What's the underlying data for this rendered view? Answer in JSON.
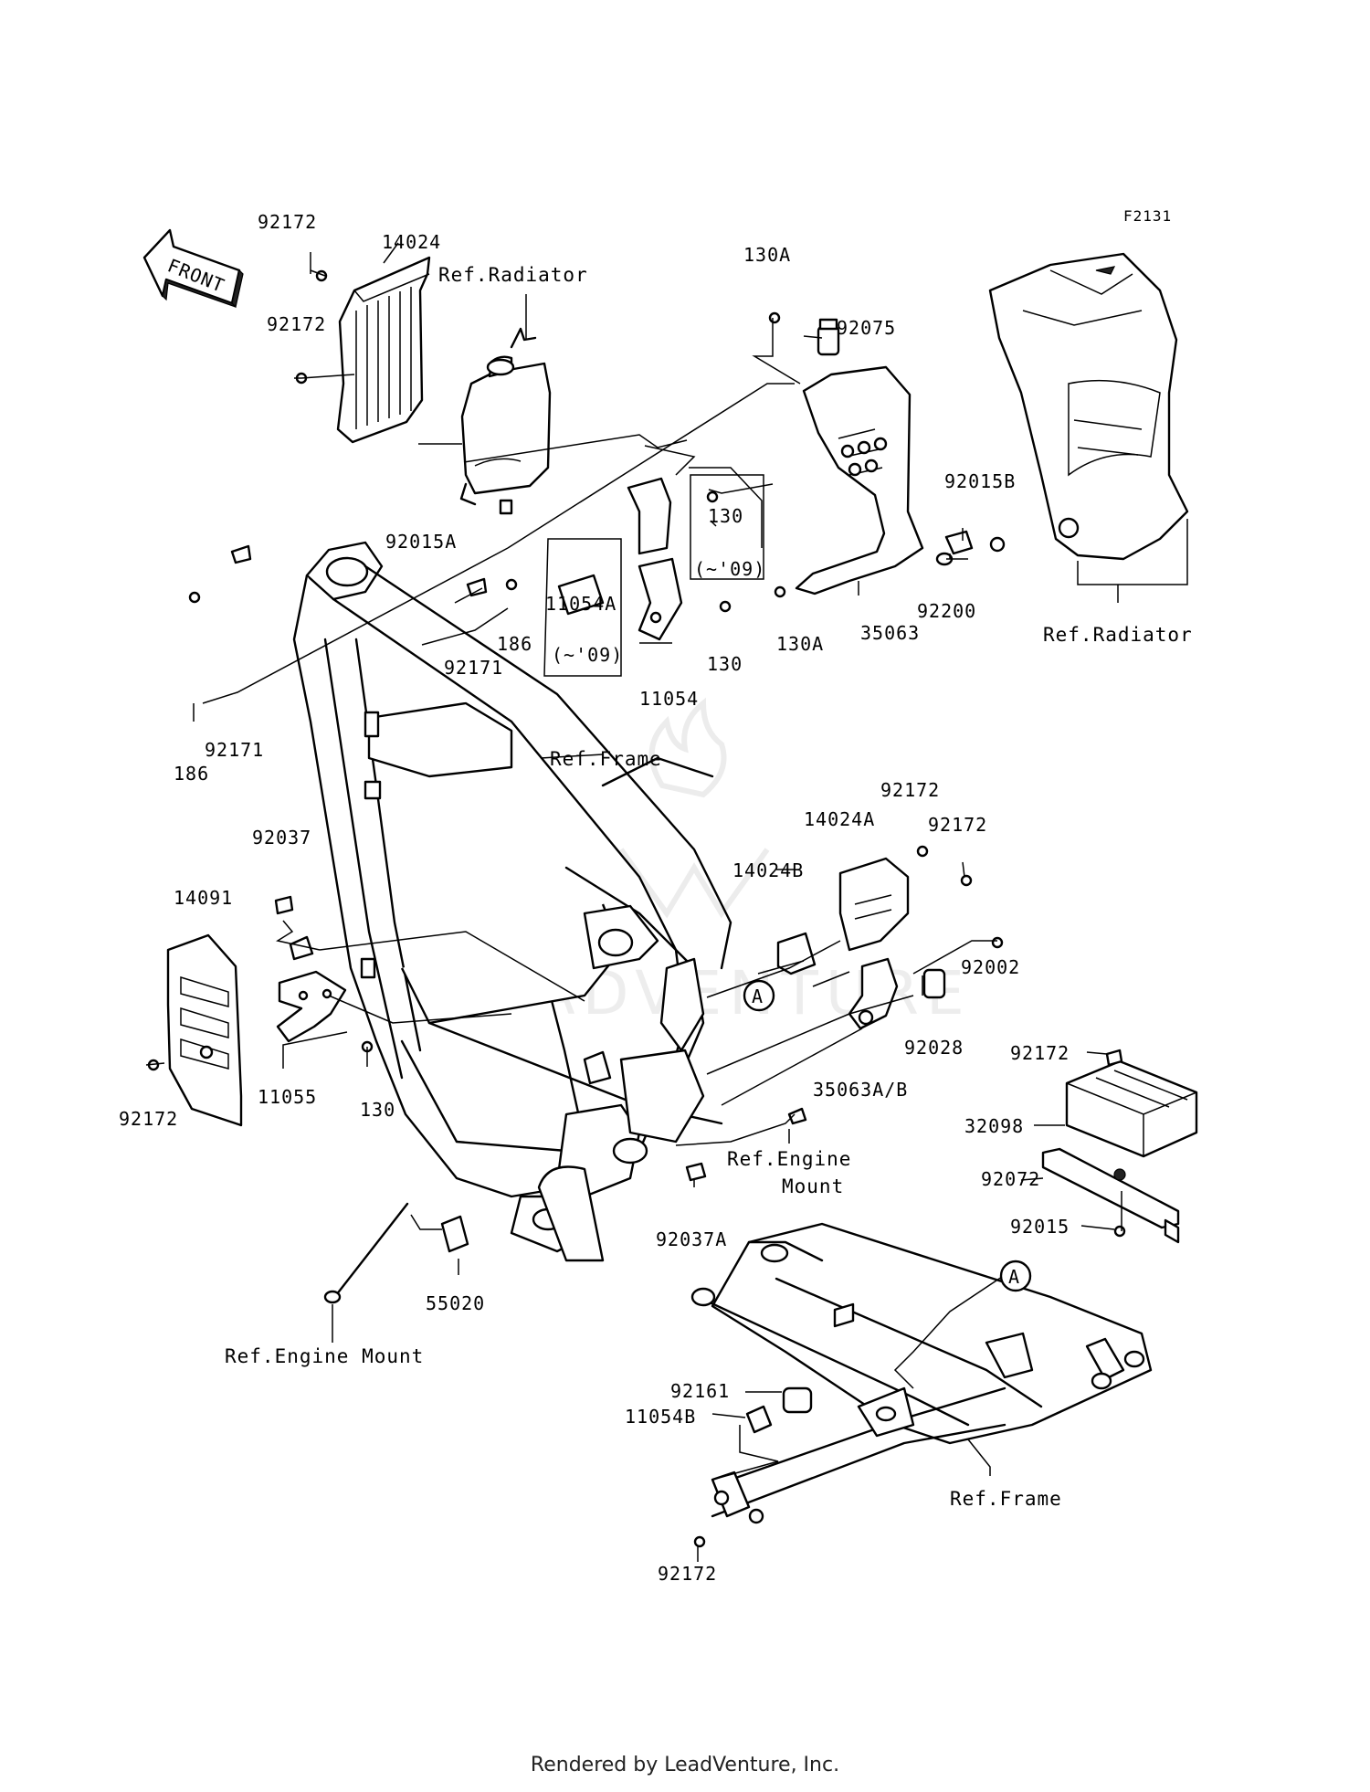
{
  "figure_code": "F2131",
  "front_label": "FRONT",
  "footer": "Rendered by LeadVenture, Inc.",
  "watermark": "LEADVENTURE",
  "callouts": [
    {
      "id": "c1",
      "text": "92172"
    },
    {
      "id": "c2",
      "text": "14024"
    },
    {
      "id": "c3",
      "text": "Ref.Radiator"
    },
    {
      "id": "c4",
      "text": "92172"
    },
    {
      "id": "c5",
      "text": "130A"
    },
    {
      "id": "c6",
      "text": "92075"
    },
    {
      "id": "c7",
      "text": "92015B"
    },
    {
      "id": "c8",
      "text": "92015A"
    },
    {
      "id": "c9",
      "text": "130"
    },
    {
      "id": "c10",
      "text": "(~'09)"
    },
    {
      "id": "c11",
      "text": "11054A"
    },
    {
      "id": "c12",
      "text": "(~'09)"
    },
    {
      "id": "c13",
      "text": "186"
    },
    {
      "id": "c14",
      "text": "92171"
    },
    {
      "id": "c15",
      "text": "130"
    },
    {
      "id": "c16",
      "text": "130A"
    },
    {
      "id": "c17",
      "text": "35063"
    },
    {
      "id": "c18",
      "text": "92200"
    },
    {
      "id": "c19",
      "text": "Ref.Radiator"
    },
    {
      "id": "c20",
      "text": "11054"
    },
    {
      "id": "c21",
      "text": "92171"
    },
    {
      "id": "c22",
      "text": "186"
    },
    {
      "id": "c23",
      "text": "Ref.Frame"
    },
    {
      "id": "c24",
      "text": "92172"
    },
    {
      "id": "c25",
      "text": "14024A"
    },
    {
      "id": "c26",
      "text": "92172"
    },
    {
      "id": "c27",
      "text": "92037"
    },
    {
      "id": "c28",
      "text": "14024B"
    },
    {
      "id": "c29",
      "text": "14091"
    },
    {
      "id": "c30",
      "text": "92002"
    },
    {
      "id": "c31",
      "text": "A"
    },
    {
      "id": "c32",
      "text": "92028"
    },
    {
      "id": "c33",
      "text": "92172"
    },
    {
      "id": "c34",
      "text": "11055"
    },
    {
      "id": "c35",
      "text": "130"
    },
    {
      "id": "c36",
      "text": "35063A/B"
    },
    {
      "id": "c37",
      "text": "92172"
    },
    {
      "id": "c38",
      "text": "32098"
    },
    {
      "id": "c39",
      "text": "Ref.Engine"
    },
    {
      "id": "c40",
      "text": "Mount"
    },
    {
      "id": "c41",
      "text": "92072"
    },
    {
      "id": "c42",
      "text": "92015"
    },
    {
      "id": "c43",
      "text": "92037A"
    },
    {
      "id": "c44",
      "text": "55020"
    },
    {
      "id": "c45",
      "text": "A"
    },
    {
      "id": "c46",
      "text": "Ref.Engine Mount"
    },
    {
      "id": "c47",
      "text": "92161"
    },
    {
      "id": "c48",
      "text": "11054B"
    },
    {
      "id": "c49",
      "text": "Ref.Frame"
    },
    {
      "id": "c50",
      "text": "92172"
    }
  ]
}
